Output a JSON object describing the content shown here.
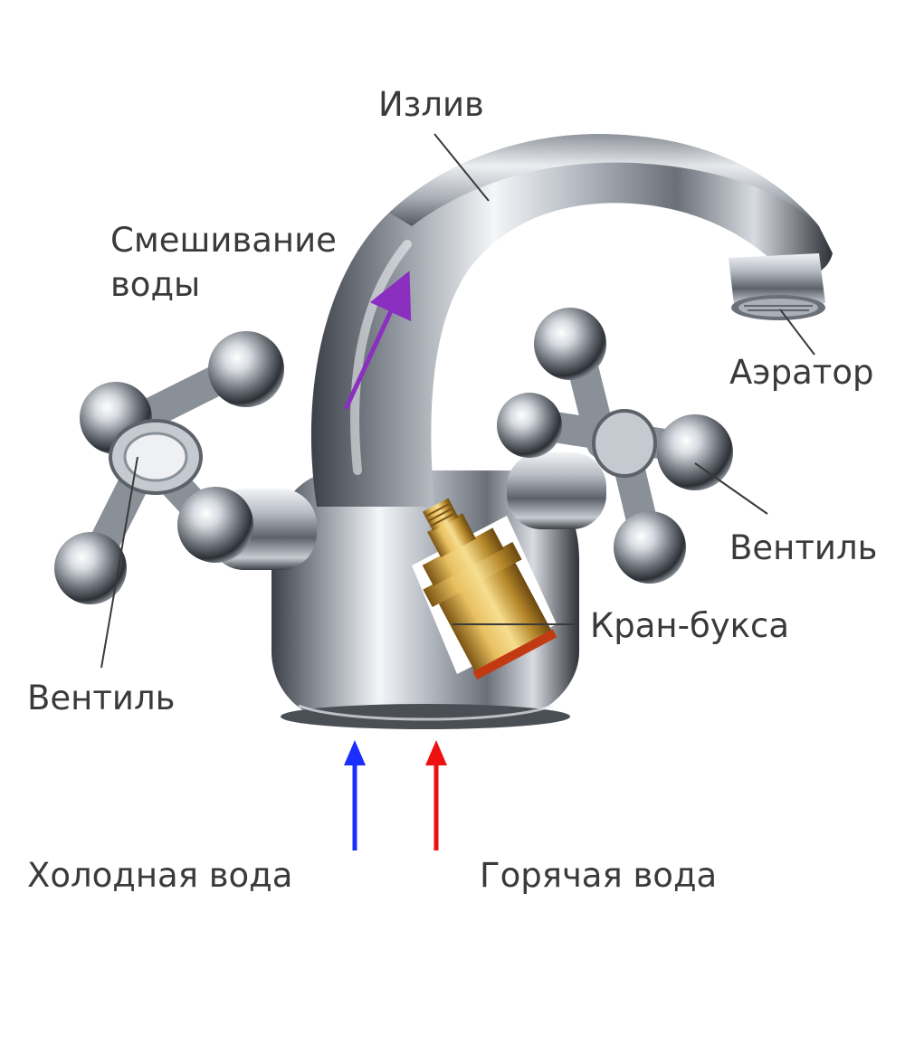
{
  "labels": {
    "spout": "Излив",
    "mixing": "Смешивание\nводы",
    "aerator": "Аэратор",
    "valve_right": "Вентиль",
    "cartridge": "Кран-букса",
    "valve_left": "Вентиль",
    "cold_water": "Холодная вода",
    "hot_water": "Горячая вода"
  },
  "colors": {
    "cold_arrow": "#1a2fff",
    "hot_arrow": "#ee1111",
    "mixing_arrow": "#8b2fc0",
    "chrome": "#c9ccd2",
    "chrome_dark": "#5a5e66",
    "brass": "#d4a640",
    "leader_line": "#3a3a3a"
  },
  "icons": [
    "faucet-illustration",
    "cross-handle",
    "brass-cartridge",
    "aerator-nozzle"
  ]
}
